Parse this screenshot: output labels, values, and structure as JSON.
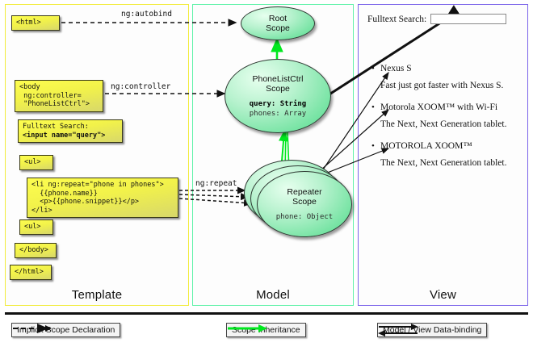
{
  "columns": [
    {
      "id": "template",
      "label": "Template",
      "border_color": "#f2ec3b"
    },
    {
      "id": "model",
      "label": "Model",
      "border_color": "#5ff2a8"
    },
    {
      "id": "view",
      "label": "View",
      "border_color": "#7a63ea"
    }
  ],
  "template": {
    "boxes": [
      {
        "id": "html-open",
        "text": "<html>"
      },
      {
        "id": "body-open",
        "text": "<body\n ng:controller=\n \"PhoneListCtrl\">"
      },
      {
        "id": "search",
        "label": "Fulltext Search:",
        "input_markup": "<input name=\"query\">"
      },
      {
        "id": "ul-open",
        "text": "<ul>"
      },
      {
        "id": "li-repeat",
        "text": "<li ng:repeat=\"phone in phones\">\n  {{phone.name}}\n  <p>{{phone.snippet}}</p>\n</li>"
      },
      {
        "id": "ul-close",
        "text": "<ul>"
      },
      {
        "id": "body-close",
        "text": "</body>"
      },
      {
        "id": "html-close",
        "text": "</html>"
      }
    ]
  },
  "model": {
    "scopes": [
      {
        "id": "root-scope",
        "title": "Root\nScope",
        "attrs": []
      },
      {
        "id": "phonelistctrl-scope",
        "title": "PhoneListCtrl\nScope",
        "attrs": [
          {
            "text": "query: String",
            "bold": true
          },
          {
            "text": "phones: Array",
            "bold": false
          }
        ]
      },
      {
        "id": "repeater-scope",
        "title": "Repeater\nScope",
        "attrs": [
          {
            "text": "phone: Object",
            "bold": false
          }
        ]
      }
    ]
  },
  "view": {
    "search": {
      "label": "Fulltext Search:",
      "value": "",
      "placeholder": ""
    },
    "phones": [
      {
        "name": "Nexus S",
        "snippet": "Fast just got faster with Nexus S."
      },
      {
        "name": "Motorola XOOM™  with Wi-Fi",
        "snippet": "The Next, Next Generation tablet."
      },
      {
        "name": "MOTOROLA XOOM™",
        "snippet": "The Next, Next Generation tablet."
      }
    ]
  },
  "connectors": [
    {
      "id": "ng-autobind",
      "label": "ng:autobind"
    },
    {
      "id": "ng-controller",
      "label": "ng:controller"
    },
    {
      "id": "ng-repeat",
      "label": "ng:repeat"
    }
  ],
  "legend": [
    {
      "id": "implicit-scope-declaration",
      "label": "Implicit Scope Declaration",
      "style": "dashed",
      "color": "#111111"
    },
    {
      "id": "scope-inheritance",
      "label": "Scope Inheritance",
      "style": "solid",
      "color": "#00e81e"
    },
    {
      "id": "model-view-data-binding",
      "label": "Model / View Data-binding",
      "style": "double",
      "color": "#111111"
    }
  ]
}
